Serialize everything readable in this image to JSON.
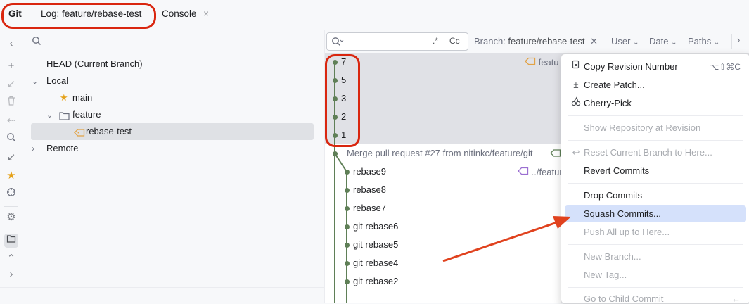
{
  "tabs": {
    "git": "Git",
    "log": "Log: feature/rebase-test",
    "console": "Console",
    "close_glyph": "×"
  },
  "branches": {
    "head": "HEAD (Current Branch)",
    "local": "Local",
    "main": "main",
    "feature": "feature",
    "rebase_test": "rebase-test",
    "remote": "Remote"
  },
  "log_toolbar": {
    "regex": ".*",
    "case": "Cc",
    "branch_label": "Branch: ",
    "branch_value": "feature/rebase-test",
    "user": "User",
    "date": "Date",
    "paths": "Paths"
  },
  "commits": [
    {
      "text": "7"
    },
    {
      "text": "5"
    },
    {
      "text": "3"
    },
    {
      "text": "2"
    },
    {
      "text": "1"
    },
    {
      "text": "Merge pull request #27 from nitinkc/feature/git"
    },
    {
      "text": "rebase9"
    },
    {
      "text": "rebase8"
    },
    {
      "text": "rebase7"
    },
    {
      "text": "git rebase6"
    },
    {
      "text": "git rebase5"
    },
    {
      "text": "git rebase4"
    },
    {
      "text": "git rebase2"
    }
  ],
  "ref_labels": {
    "top": "featu",
    "rebase9": "../featur"
  },
  "context_menu": {
    "copy_revision": "Copy Revision Number",
    "copy_shortcut": "⌥⇧⌘C",
    "create_patch": "Create Patch...",
    "cherry_pick": "Cherry-Pick",
    "show_repo": "Show Repository at Revision",
    "reset_branch": "Reset Current Branch to Here...",
    "revert": "Revert Commits",
    "drop": "Drop Commits",
    "squash": "Squash Commits...",
    "push_all": "Push All up to Here...",
    "new_branch": "New Branch...",
    "new_tag": "New Tag...",
    "go_child": "Go to Child Commit",
    "go_child_shortcut": "←"
  },
  "colors": {
    "highlight_ring": "#d9260f",
    "arrow": "#e0421e",
    "menu_selected": "#d5e1fb",
    "selection": "#e0e1e6",
    "graph_green": "#5f7f57",
    "tag_orange": "#e2a245",
    "tag_purple": "#9b6fd1"
  }
}
